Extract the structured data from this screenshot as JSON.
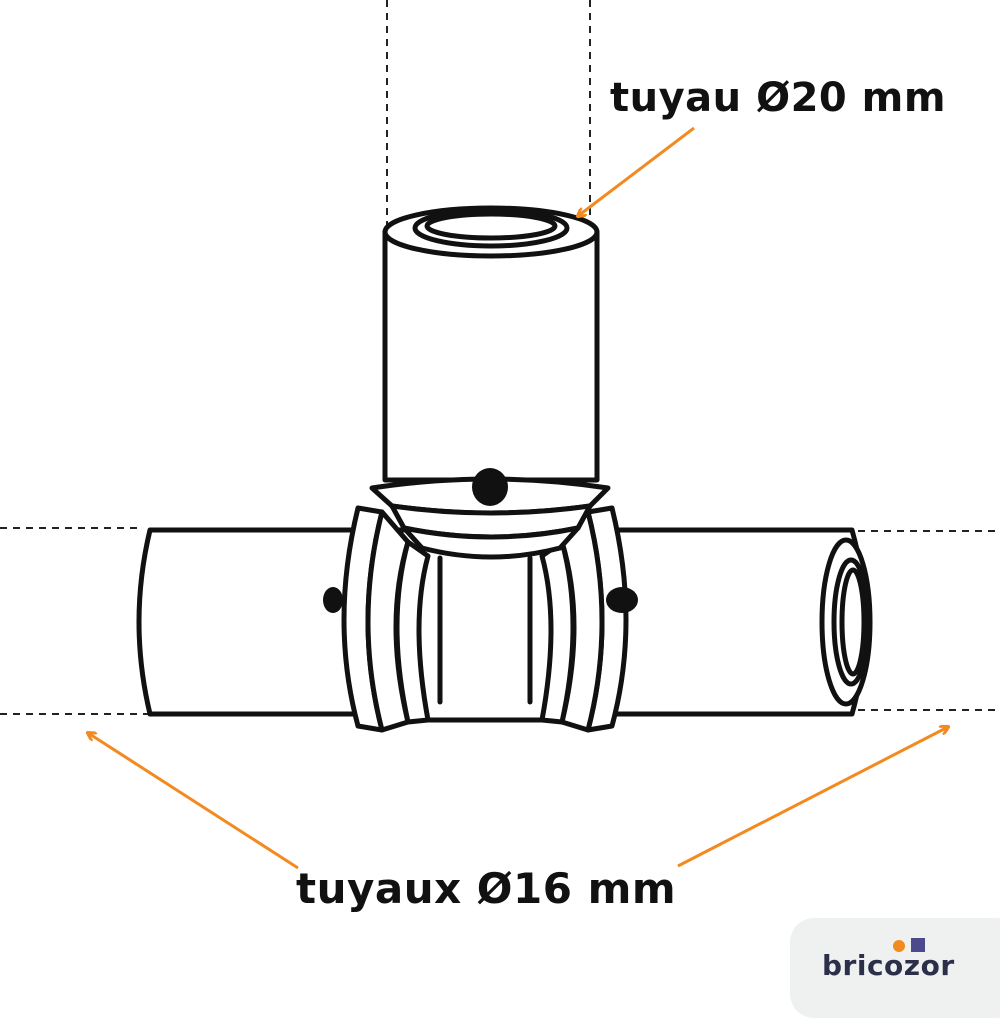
{
  "labels": {
    "top_pipe": "tuyau Ø20 mm",
    "side_pipes": "tuyaux Ø16 mm"
  },
  "brand": {
    "name": "bricozor"
  },
  "colors": {
    "arrow": "#f28a1f",
    "outline": "#111111",
    "guide": "#222222",
    "brand_orange": "#f28a1f",
    "brand_purple": "#4b4a8c"
  }
}
